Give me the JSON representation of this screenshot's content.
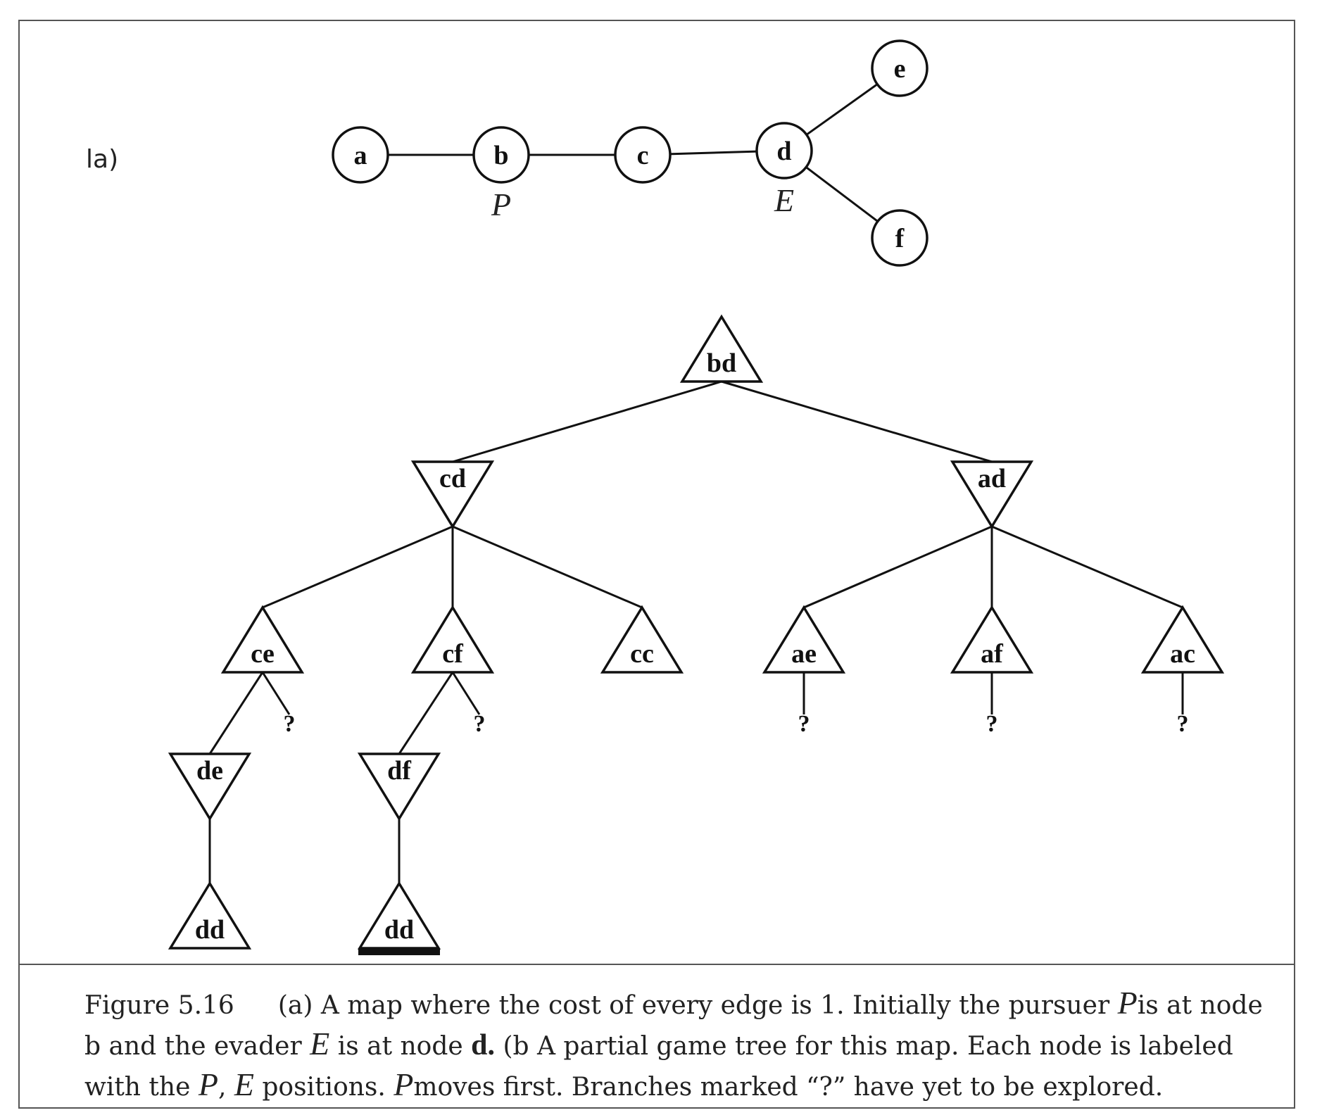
{
  "part_label": "la)",
  "map": {
    "nodes": [
      {
        "id": "a",
        "label": "a"
      },
      {
        "id": "b",
        "label": "b",
        "marker": "P"
      },
      {
        "id": "c",
        "label": "c"
      },
      {
        "id": "d",
        "label": "d",
        "marker": "E"
      },
      {
        "id": "e",
        "label": "e"
      },
      {
        "id": "f",
        "label": "f"
      }
    ],
    "edges": [
      [
        "a",
        "b"
      ],
      [
        "b",
        "c"
      ],
      [
        "c",
        "d"
      ],
      [
        "d",
        "e"
      ],
      [
        "d",
        "f"
      ]
    ]
  },
  "tree": {
    "nodes": [
      {
        "id": "n_bd",
        "label": "bd",
        "type": "max"
      },
      {
        "id": "n_cd",
        "label": "cd",
        "type": "min"
      },
      {
        "id": "n_ad",
        "label": "ad",
        "type": "min"
      },
      {
        "id": "n_ce",
        "label": "ce",
        "type": "max"
      },
      {
        "id": "n_cf",
        "label": "cf",
        "type": "max"
      },
      {
        "id": "n_cc",
        "label": "cc",
        "type": "max"
      },
      {
        "id": "n_ae",
        "label": "ae",
        "type": "max"
      },
      {
        "id": "n_af",
        "label": "af",
        "type": "max"
      },
      {
        "id": "n_ac",
        "label": "ac",
        "type": "max"
      },
      {
        "id": "n_de",
        "label": "de",
        "type": "min"
      },
      {
        "id": "n_df",
        "label": "df",
        "type": "min"
      },
      {
        "id": "n_dd1",
        "label": "dd",
        "type": "max"
      },
      {
        "id": "n_dd2",
        "label": "dd",
        "type": "max",
        "underlined": true
      }
    ],
    "edges": [
      [
        "n_bd",
        "n_cd"
      ],
      [
        "n_bd",
        "n_ad"
      ],
      [
        "n_cd",
        "n_ce"
      ],
      [
        "n_cd",
        "n_cf"
      ],
      [
        "n_cd",
        "n_cc"
      ],
      [
        "n_ad",
        "n_ae"
      ],
      [
        "n_ad",
        "n_af"
      ],
      [
        "n_ad",
        "n_ac"
      ],
      [
        "n_ce",
        "n_de"
      ],
      [
        "n_cf",
        "n_df"
      ],
      [
        "n_de",
        "n_dd1"
      ],
      [
        "n_df",
        "n_dd2"
      ]
    ],
    "unexplored_marker": "?",
    "unexplored_from": [
      "n_ce",
      "n_cf",
      "n_ae",
      "n_af",
      "n_ac"
    ]
  },
  "caption": {
    "figure_number": "Figure 5.16",
    "part_a_prefix": "(a) A map where the cost of every edge is 1. Initially the pursuer ",
    "pursuer_symbol": "P",
    "part_a_mid": "is at node b and the evader ",
    "evader_symbol": "E",
    "part_a_mid2": " is at node ",
    "node_d": "d.",
    "part_b": " (b A partial game tree for this map. Each node is labeled with the ",
    "pe_p": "P",
    "pe_sep": ", ",
    "pe_e": "E",
    "part_b_end": " positions. ",
    "p_moves": "P",
    "moves_first": "moves first. Branches marked “?” have yet to be explored."
  }
}
